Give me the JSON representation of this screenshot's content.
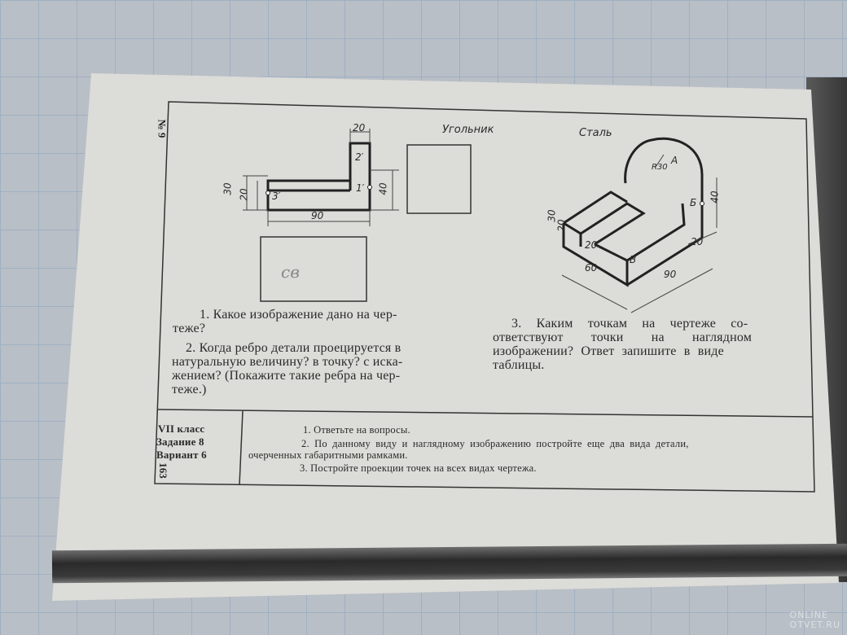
{
  "page": {
    "side_number": "№ 9",
    "page_number": "163",
    "title_part": "Угольник",
    "material": "Сталь",
    "handwritten_note": "св"
  },
  "drawing": {
    "front_view_dims": [
      "20",
      "30",
      "20",
      "40",
      "90"
    ],
    "front_view_points": [
      "1′",
      "2′",
      "3′"
    ],
    "iso_dims": [
      "R30",
      "30",
      "20",
      "20",
      "60",
      "90",
      "20",
      "40"
    ],
    "iso_points": [
      "А",
      "Б",
      "В"
    ]
  },
  "questions": {
    "left": [
      "1. Какое изображение дано на чер-",
      "теже?",
      "2. Когда ребро детали проецируется в",
      "натуральную величину? в точку? с иска-",
      "жением? (Покажите такие ребра на чер-",
      "теже.)"
    ],
    "right": [
      "3. Каким точкам на чертеже со-",
      "ответствуют точки на наглядном",
      "изображении? Ответ запишите в виде",
      "таблицы."
    ]
  },
  "footer": {
    "grade": "VII класс",
    "task": "Задание 8",
    "variant": "Вариант 6",
    "instructions": [
      "1. Ответьте на вопросы.",
      "2. По данному виду и наглядному изображению постройте еще два вида детали,",
      "очерченных габаритными рамками.",
      "3. Постройте проекции точек на всех видах чертежа."
    ]
  },
  "watermark": [
    "ONLINE",
    "OTVET.RU"
  ]
}
